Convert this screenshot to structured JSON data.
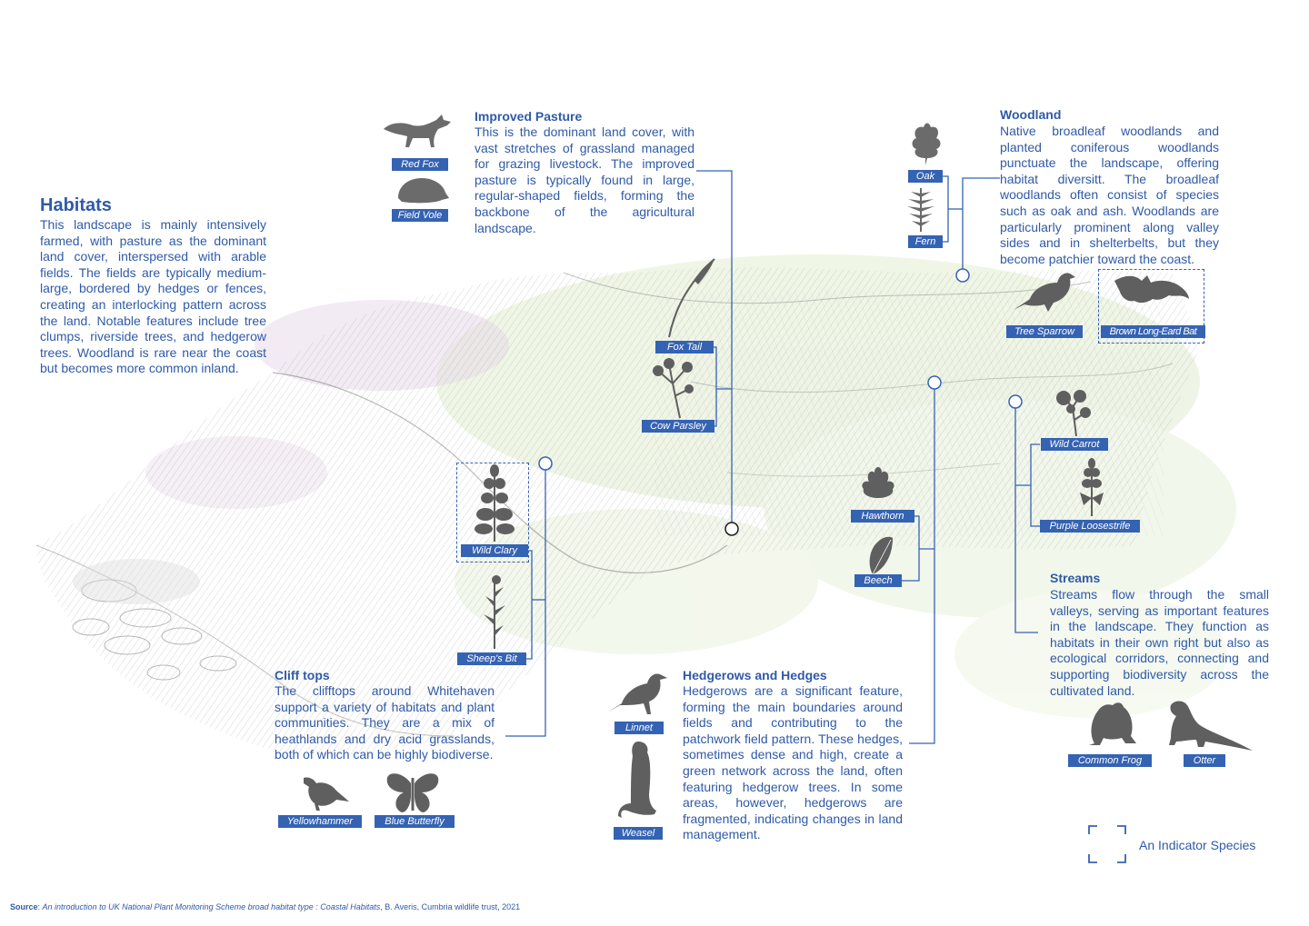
{
  "habitats": {
    "title": "Habitats",
    "description": "This landscape is mainly intensively farmed, with pasture as the dominant land cover, interspersed with arable fields. The fields are typically medium-large, bordered by hedges or fences, creating an interlocking pattern across the land. Notable features include tree clumps, riverside trees, and hedgerow trees. Woodland is rare near the coast but becomes more common inland."
  },
  "improved_pasture": {
    "title": "Improved Pasture",
    "description": "This is the dominant land cover, with vast stretches of grassland managed for grazing livestock. The improved pasture is typically found in large, regular-shaped fields, forming the backbone of the agricultural landscape.",
    "species": [
      "Red Fox",
      "Field Vole"
    ],
    "plants": [
      "Fox Tail",
      "Cow Parsley"
    ]
  },
  "woodland": {
    "title": "Woodland",
    "description": "Native broadleaf woodlands and planted coniferous woodlands punctuate the landscape, offering habitat diversitt. The broadleaf woodlands often consist of species such as oak and ash. Woodlands are particularly prominent along valley sides and in shelterbelts, but they become patchier toward the coast.",
    "plants": [
      "Oak",
      "Fern"
    ],
    "species": [
      "Tree Sparrow",
      "Brown Long-Eard Bat"
    ]
  },
  "cliff_tops": {
    "title": "Cliff tops",
    "description": "The clifftops around Whitehaven support a variety of habitats and plant communities. They are a mix of heathlands and dry acid grasslands, both of which can be highly biodiverse.",
    "plants": [
      "Wild Clary",
      "Sheep's Bit"
    ],
    "species": [
      "Yellowhammer",
      "Blue Butterfly"
    ]
  },
  "hedgerows": {
    "title": "Hedgerows and Hedges",
    "description": "Hedgerows are a significant feature, forming the main boundaries around fields and contributing to the patchwork field pattern. These hedges, sometimes dense and high, create a green network across the land, often featuring hedgerow trees. In some areas, however, hedgerows are fragmented, indicating changes in land management.",
    "plants": [
      "Hawthorn",
      "Beech"
    ],
    "species": [
      "Linnet",
      "Weasel"
    ]
  },
  "streams": {
    "title": "Streams",
    "description": "Streams flow through the small valleys, serving as important features in the landscape. They function as habitats in their own right but also as ecological corridors, connecting and supporting biodiversity across the cultivated land.",
    "plants": [
      "Wild Carrot",
      "Purple Loosestrife"
    ],
    "species": [
      "Common Frog",
      "Otter"
    ]
  },
  "legend": {
    "indicator_label": "An Indicator Species"
  },
  "source": {
    "prefix": "Source",
    "citation": "An introduction to UK National Plant Monitoring Scheme broad habitat type : Coastal Habitats",
    "rest": ", B. Averis, Cumbria wildlife trust, 2021"
  },
  "colors": {
    "accent": "#2f5aa8",
    "tag_bg": "#3563b3",
    "silhouette": "#5f5f5f",
    "sketch": "#9a9a9a",
    "green_wash": "#e6f0d6",
    "pink_wash": "#ebe0ec"
  },
  "icons": [
    "fox-icon",
    "vole-icon",
    "foxtail-icon",
    "cow-parsley-icon",
    "oak-leaf-icon",
    "fern-icon",
    "sparrow-icon",
    "bat-icon",
    "wild-clary-icon",
    "sheeps-bit-icon",
    "yellowhammer-icon",
    "butterfly-icon",
    "linnet-icon",
    "weasel-icon",
    "hawthorn-leaf-icon",
    "beech-leaf-icon",
    "wild-carrot-icon",
    "loosestrife-icon",
    "frog-icon",
    "otter-icon"
  ]
}
